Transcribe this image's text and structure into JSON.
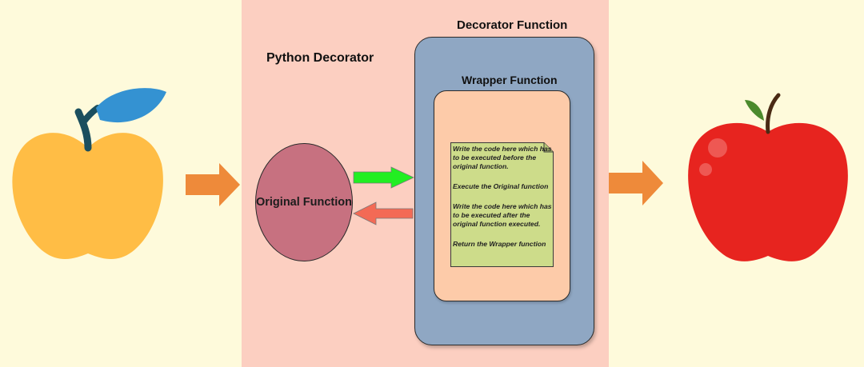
{
  "diagram": {
    "title": "Python Decorator",
    "decorator_label": "Decorator Function",
    "wrapper_label": "Wrapper Function",
    "original_label": "Original Function",
    "note_lines": [
      "Write the code here which has to be executed before the original function.",
      "Execute the Original function",
      "Write the code here which has to be executed after the original function executed.",
      "Return the Wrapper function"
    ]
  },
  "colors": {
    "background": "#fefadb",
    "panel": "#fccfc1",
    "decorator_fill": "#8fa7c3",
    "wrapper_fill": "#fdcba9",
    "note_fill": "#cddc8a",
    "original_fill": "#c77180",
    "arrow_call": "#22ee22",
    "arrow_return": "#f36a55",
    "flow_arrow": "#ee8a3a",
    "input_apple": "#ffbd45",
    "output_apple": "#e7241f"
  },
  "icons": {
    "input": "yellow-apple-icon",
    "output": "red-apple-icon"
  }
}
